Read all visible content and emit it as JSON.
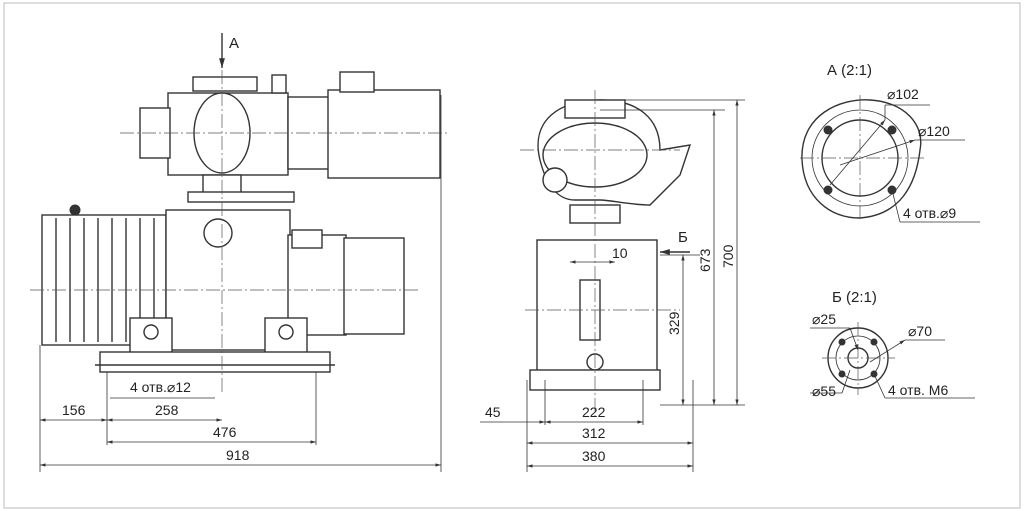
{
  "views": {
    "front": {
      "view_marker": "A",
      "hole_note": "4 отв.⌀12",
      "dims": {
        "d156": "156",
        "d258": "258",
        "d476": "476",
        "d918": "918"
      }
    },
    "side": {
      "view_marker": "Б",
      "dims": {
        "d10": "10",
        "d45": "45",
        "d222": "222",
        "d312": "312",
        "d380": "380",
        "d329": "329",
        "d673": "673",
        "d700": "700"
      }
    },
    "detail_a": {
      "title": "А (2:1)",
      "d102": "⌀102",
      "d120": "⌀120",
      "holes": "4 отв.⌀9"
    },
    "detail_b": {
      "title": "Б (2:1)",
      "d25": "⌀25",
      "d70": "⌀70",
      "d55": "⌀55",
      "holes": "4 отв. М6"
    }
  },
  "colors": {
    "line": "#333333",
    "background": "#ffffff",
    "frame": "#bbbbbb"
  }
}
